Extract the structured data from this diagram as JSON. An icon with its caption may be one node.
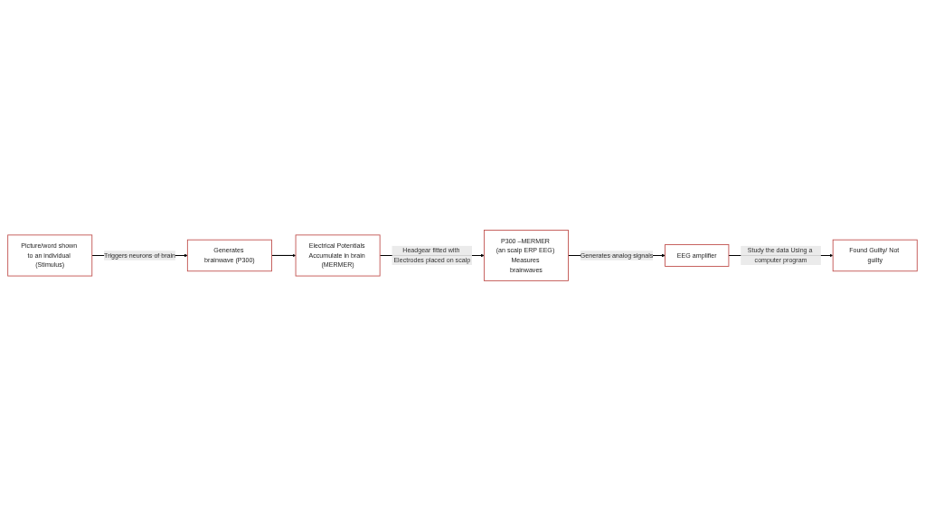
{
  "diagram": {
    "nodes": [
      {
        "text": [
          "Picture/word shown to an individual (Stimulus)"
        ]
      },
      {
        "text": [
          "Generates brainwave (P300)"
        ]
      },
      {
        "text": [
          "Electrical Potentials Accumulate in brain (MERMER)"
        ]
      },
      {
        "text": [
          "P300 –MERMER (an scalp ERP EEG) Measures brainwaves"
        ]
      },
      {
        "text": [
          "EEG amplifier"
        ]
      },
      {
        "text": [
          "Found Guilty/ Not guilty"
        ]
      }
    ],
    "edges": [
      {
        "from": 0,
        "to": 1,
        "arrow": "to",
        "label": "Triggers neurons of brain"
      },
      {
        "from": 1,
        "to": 2,
        "arrow": "to"
      },
      {
        "from": 2,
        "to": 3,
        "arrow": "to",
        "label": "Headgear fitted with Electrodes placed on scalp"
      },
      {
        "from": 3,
        "to": 4,
        "arrow": "to",
        "label": "Generates analog signals"
      },
      {
        "from": 4,
        "to": 5,
        "arrow": "to",
        "label": "Study the data Using a computer program"
      }
    ]
  }
}
